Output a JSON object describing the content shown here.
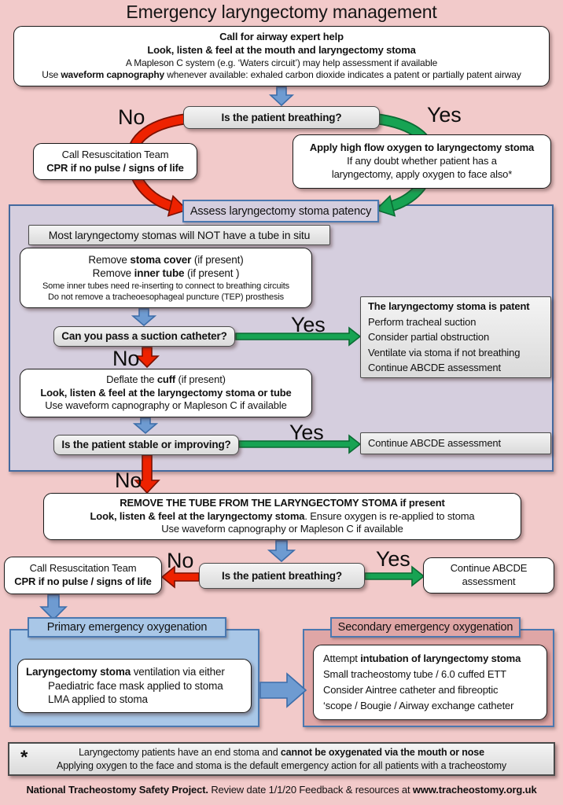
{
  "title": "Emergency laryngectomy management",
  "labels": {
    "yes": "Yes",
    "no": "No",
    "star": "*"
  },
  "top_box": {
    "l1": "Call for airway expert help",
    "l2": "Look, listen & feel at the mouth and laryngectomy stoma",
    "l3": "A Mapleson C system (e.g. ‘Waters circuit’) may help assessment if available",
    "l4_pre": "Use ",
    "l4_bold": "waveform capnography",
    "l4_post": " whenever available:  exhaled carbon dioxide indicates a patent or partially patent airway"
  },
  "decisions": {
    "breathing": "Is the patient breathing?",
    "suction": "Can you pass a suction catheter?",
    "stable": "Is the patient stable or improving?"
  },
  "call_resus": {
    "l1": "Call Resuscitation Team",
    "l2": "CPR if no pulse / signs of life"
  },
  "apply_oxygen": {
    "l1": "Apply high flow oxygen to laryngectomy stoma",
    "l2": "If any doubt whether patient has a",
    "l3": "laryngectomy, apply oxygen to face also*"
  },
  "assess_header": "Assess laryngectomy stoma patency",
  "no_tube": "Most laryngectomy stomas will NOT have a tube in situ",
  "remove_tubes": {
    "l1_pre": "Remove ",
    "l1_bold": "stoma cover",
    "l1_post": " (if present)",
    "l2_pre": "Remove ",
    "l2_bold": "inner tube",
    "l2_post": " (if present )",
    "l3": "Some inner tubes need re-inserting to connect to breathing circuits",
    "l4": "Do not remove a tracheoesophageal puncture (TEP) prosthesis"
  },
  "patent": {
    "l1": "The laryngectomy stoma is patent",
    "l2": "Perform tracheal suction",
    "l3": "Consider partial obstruction",
    "l4": "Ventilate via stoma if not breathing",
    "l5": "Continue ABCDE assessment"
  },
  "deflate": {
    "l1_pre": "Deflate the ",
    "l1_bold": "cuff",
    "l1_post": " (if present)",
    "l2": "Look, listen & feel at the laryngectomy stoma or tube",
    "l3": "Use waveform capnography or Mapleson C if available"
  },
  "abcde": "Continue ABCDE assessment",
  "remove_tube": {
    "l1": "REMOVE THE TUBE FROM THE LARYNGECTOMY STOMA if present",
    "l2_bold": "Look, listen & feel at the laryngectomy stoma",
    "l2_post": ". Ensure oxygen is re-applied to stoma",
    "l3": "Use waveform capnography or Mapleson C if available"
  },
  "primary": {
    "header": "Primary emergency oxygenation",
    "l1_bold": "Laryngectomy stoma",
    "l1_post": " ventilation via either",
    "l2": "Paediatric face mask applied to stoma",
    "l3": "LMA applied to stoma"
  },
  "secondary": {
    "header": "Secondary emergency oxygenation",
    "l1_pre": "Attempt ",
    "l1_bold": "intubation of laryngectomy stoma",
    "l2": "Small tracheostomy tube / 6.0 cuffed ETT",
    "l3": "Consider Aintree catheter and fibreoptic",
    "l4": "‘scope / Bougie / Airway exchange catheter"
  },
  "footnote": {
    "l1_pre": "Laryngectomy patients have an end stoma and ",
    "l1_bold": "cannot be oxygenated via the mouth or nose",
    "l2": "Applying oxygen to the face and stoma is the default emergency action for all patients with a tracheostomy"
  },
  "footer": {
    "bold1": "National Tracheostomy Safety Project.",
    "mid": " Review date 1/1/20 Feedback & resources at ",
    "bold2": "www.tracheostomy.org.uk"
  },
  "colors": {
    "background": "#f2caca",
    "panel_purple": "#d5cede",
    "panel_blue": "#a9c7e7",
    "panel_pink": "#dfa6a6",
    "panel_border_blue": "#4a78b0",
    "arrow_blue": "#6e9bd1",
    "arrow_red": "#ee2200",
    "arrow_green": "#17a353",
    "box_grey": "#e8e8e8"
  }
}
